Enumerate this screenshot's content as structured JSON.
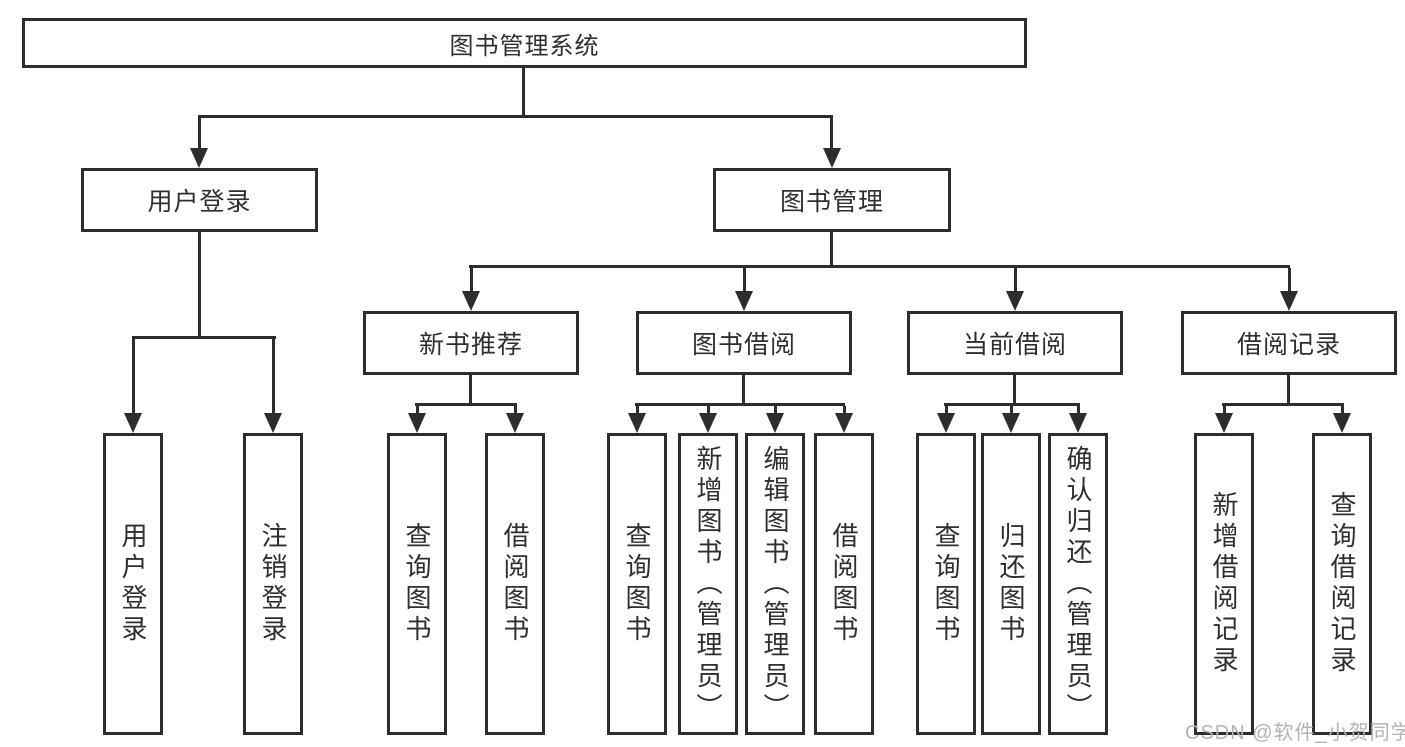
{
  "diagram": {
    "root_label": "图书管理系统",
    "user_login": {
      "label": "用户登录",
      "children": [
        "用户登录",
        "注销登录"
      ]
    },
    "book_mgmt": {
      "label": "图书管理",
      "children": [
        {
          "label": "新书推荐",
          "children": [
            "查询图书",
            "借阅图书"
          ]
        },
        {
          "label": "图书借阅",
          "children": [
            "查询图书",
            "新增图书（管理员）",
            "编辑图书（管理员）",
            "借阅图书"
          ]
        },
        {
          "label": "当前借阅",
          "children": [
            "查询图书",
            "归还图书",
            "确认归还（管理员）"
          ]
        },
        {
          "label": "借阅记录",
          "children": [
            "新增借阅记录",
            "查询借阅记录"
          ]
        }
      ]
    }
  },
  "watermark": {
    "text": "CSDN @软件_小贺同学"
  },
  "colors": {
    "line": "#2d2d2d",
    "text": "#2f2f2f",
    "background": "#ffffff",
    "watermark_text": "#b7b2b2"
  }
}
